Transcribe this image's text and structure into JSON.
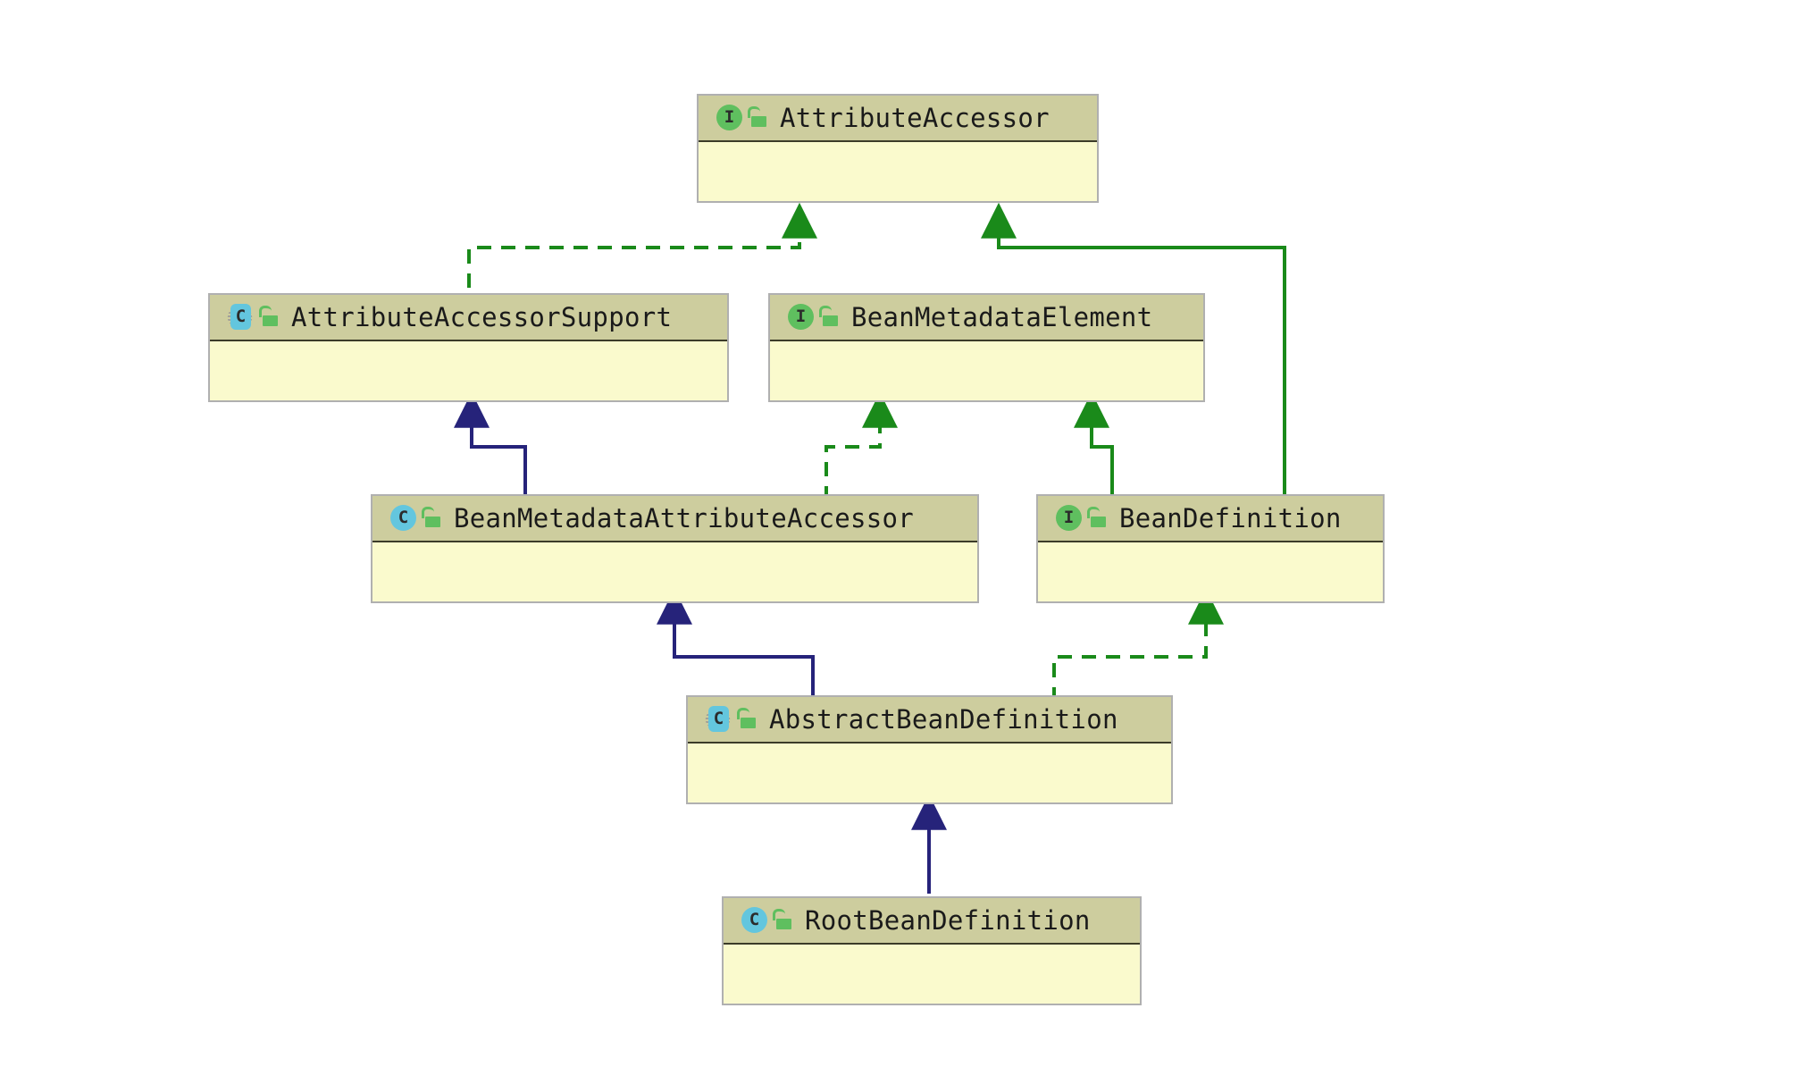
{
  "diagram": {
    "kind": "uml-class-diagram",
    "background": "#ffffff",
    "palette": {
      "node_header_fill": "#cdcd9e",
      "node_body_fill": "#fafacd",
      "node_border": "#b0b0b0",
      "header_divider": "#3b3b28",
      "interface_icon_fill": "#5fbf5f",
      "class_icon_fill": "#63c6de",
      "lock_icon_fill": "#5fbf5f",
      "extends_class_edge": "#26237a",
      "implements_edge": "#1a8a1a",
      "extends_interface_edge": "#1a8a1a"
    },
    "nodes": [
      {
        "id": "AttributeAccessor",
        "name": "AttributeAccessor",
        "stereotype": "I",
        "stereotype_label": "interface-icon",
        "visibility": "public",
        "visibility_icon": "unlocked-lock-icon",
        "abstract": false
      },
      {
        "id": "AttributeAccessorSupport",
        "name": "AttributeAccessorSupport",
        "stereotype": "C",
        "stereotype_label": "abstract-class-icon",
        "visibility": "public",
        "visibility_icon": "unlocked-lock-icon",
        "abstract": true
      },
      {
        "id": "BeanMetadataElement",
        "name": "BeanMetadataElement",
        "stereotype": "I",
        "stereotype_label": "interface-icon",
        "visibility": "public",
        "visibility_icon": "unlocked-lock-icon",
        "abstract": false
      },
      {
        "id": "BeanMetadataAttributeAccessor",
        "name": "BeanMetadataAttributeAccessor",
        "stereotype": "C",
        "stereotype_label": "class-icon",
        "visibility": "public",
        "visibility_icon": "unlocked-lock-icon",
        "abstract": false
      },
      {
        "id": "BeanDefinition",
        "name": "BeanDefinition",
        "stereotype": "I",
        "stereotype_label": "interface-icon",
        "visibility": "public",
        "visibility_icon": "unlocked-lock-icon",
        "abstract": false
      },
      {
        "id": "AbstractBeanDefinition",
        "name": "AbstractBeanDefinition",
        "stereotype": "C",
        "stereotype_label": "abstract-class-icon",
        "visibility": "public",
        "visibility_icon": "unlocked-lock-icon",
        "abstract": true
      },
      {
        "id": "RootBeanDefinition",
        "name": "RootBeanDefinition",
        "stereotype": "C",
        "stereotype_label": "class-icon",
        "visibility": "public",
        "visibility_icon": "unlocked-lock-icon",
        "abstract": false
      }
    ],
    "edges": [
      {
        "id": "edge-aas-implements-aa",
        "from": "AttributeAccessorSupport",
        "to": "AttributeAccessor",
        "relation": "implements",
        "style": "dashed",
        "color": "#1a8a1a",
        "arrow": "hollow-triangle-filled-green"
      },
      {
        "id": "edge-bd-extends-aa",
        "from": "BeanDefinition",
        "to": "AttributeAccessor",
        "relation": "extends",
        "style": "solid",
        "color": "#1a8a1a",
        "arrow": "hollow-triangle-filled-green"
      },
      {
        "id": "edge-bmaa-extends-aas",
        "from": "BeanMetadataAttributeAccessor",
        "to": "AttributeAccessorSupport",
        "relation": "extends",
        "style": "solid",
        "color": "#26237a",
        "arrow": "hollow-triangle-filled-blue"
      },
      {
        "id": "edge-bmaa-implements-bme",
        "from": "BeanMetadataAttributeAccessor",
        "to": "BeanMetadataElement",
        "relation": "implements",
        "style": "dashed",
        "color": "#1a8a1a",
        "arrow": "hollow-triangle-filled-green"
      },
      {
        "id": "edge-bd-extends-bme",
        "from": "BeanDefinition",
        "to": "BeanMetadataElement",
        "relation": "extends",
        "style": "solid",
        "color": "#1a8a1a",
        "arrow": "hollow-triangle-filled-green"
      },
      {
        "id": "edge-abd-extends-bmaa",
        "from": "AbstractBeanDefinition",
        "to": "BeanMetadataAttributeAccessor",
        "relation": "extends",
        "style": "solid",
        "color": "#26237a",
        "arrow": "hollow-triangle-filled-blue"
      },
      {
        "id": "edge-abd-implements-bd",
        "from": "AbstractBeanDefinition",
        "to": "BeanDefinition",
        "relation": "implements",
        "style": "dashed",
        "color": "#1a8a1a",
        "arrow": "hollow-triangle-filled-green"
      },
      {
        "id": "edge-rbd-extends-abd",
        "from": "RootBeanDefinition",
        "to": "AbstractBeanDefinition",
        "relation": "extends",
        "style": "solid",
        "color": "#26237a",
        "arrow": "hollow-triangle-filled-blue"
      }
    ]
  }
}
